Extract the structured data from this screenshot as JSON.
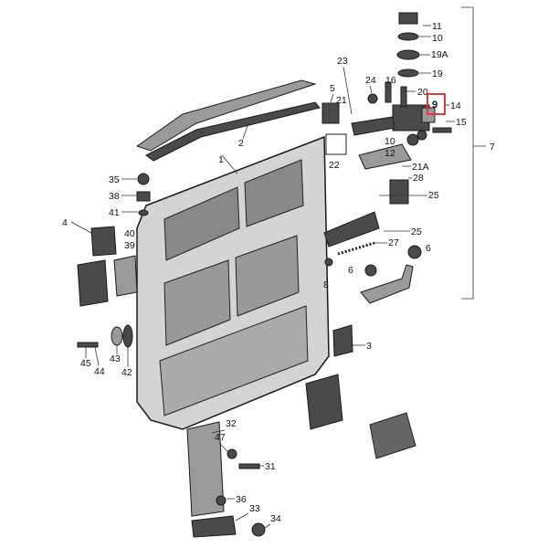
{
  "diagram": {
    "highlight_color": "#e53935",
    "highlighted_label": "9",
    "labels": {
      "l1": "1",
      "l2": "2",
      "l3": "3",
      "l4": "4",
      "l5": "5",
      "l6a": "6",
      "l6b": "6",
      "l7": "7",
      "l8": "8",
      "l9": "9",
      "l10a": "10",
      "l10b": "10",
      "l11": "11",
      "l12": "12",
      "l14": "14",
      "l15": "15",
      "l16": "16",
      "l19": "19",
      "l19a": "19A",
      "l20": "20",
      "l21": "21",
      "l21a": "21A",
      "l22": "22",
      "l23": "23",
      "l24": "24",
      "l25a": "25",
      "l25b": "25",
      "l27": "27",
      "l28": "28",
      "l31": "31",
      "l32": "32",
      "l33": "33",
      "l34": "34",
      "l35": "35",
      "l36": "36",
      "l38": "38",
      "l39": "39",
      "l40": "40",
      "l41": "41",
      "l42": "42",
      "l43": "43",
      "l44": "44",
      "l45": "45",
      "l47": "47"
    }
  }
}
